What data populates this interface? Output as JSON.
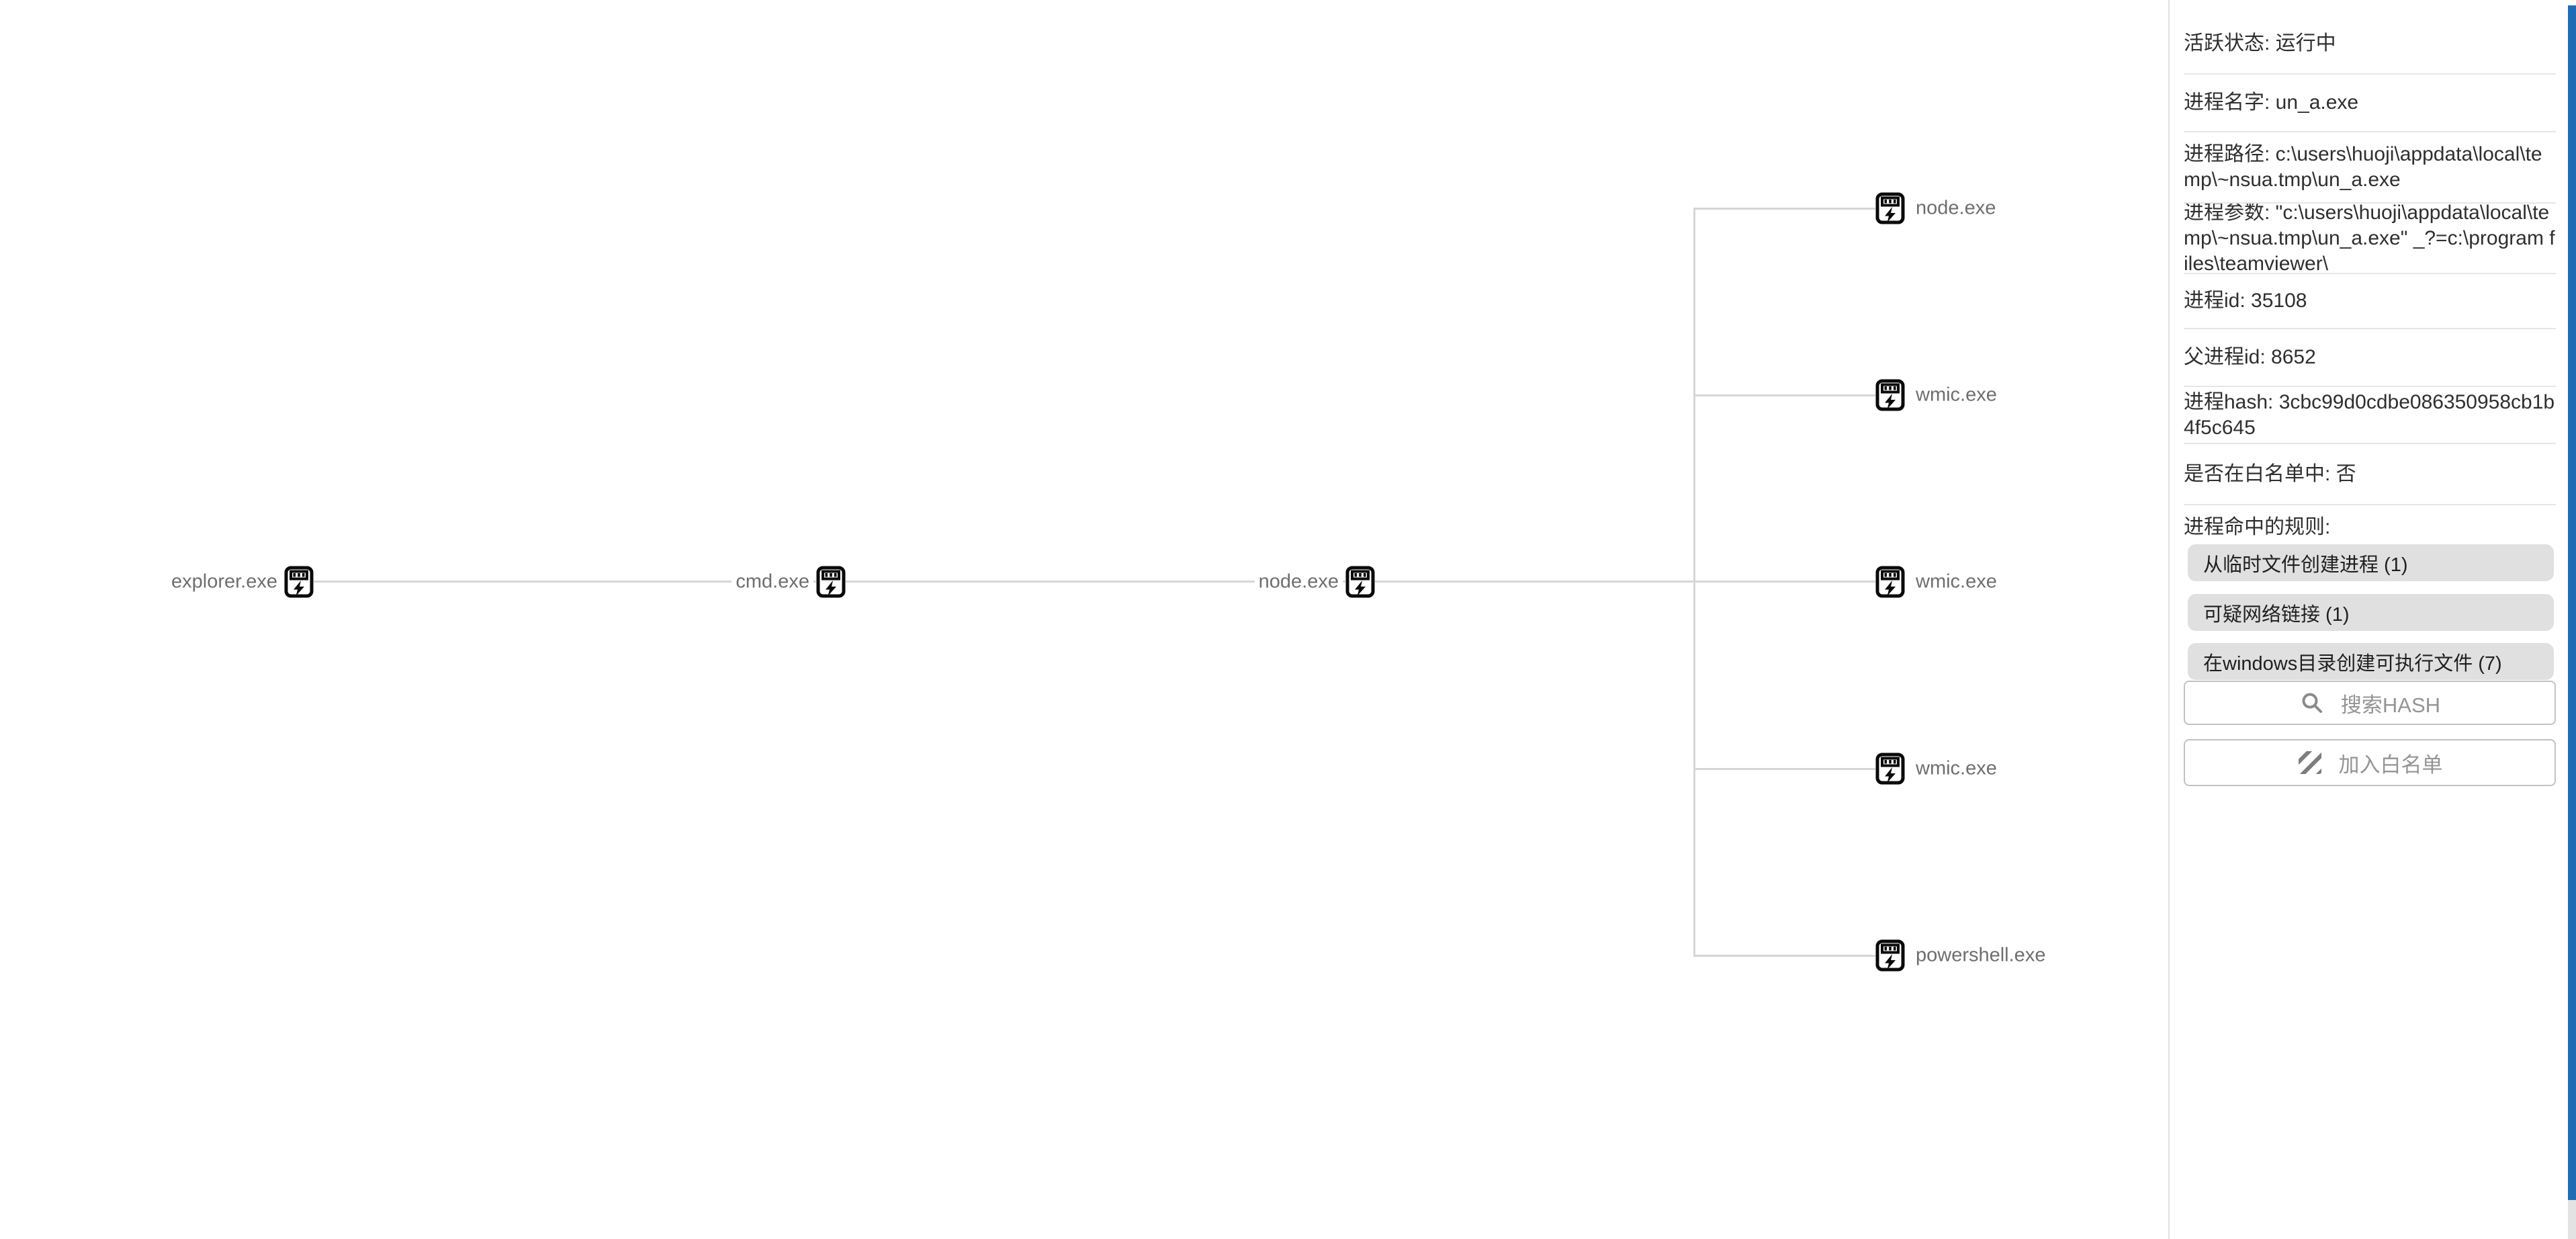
{
  "colors": {
    "connector_line": "#d6d6d6",
    "scrollbar_thumb": "#1f6cb5",
    "chip_bg": "#e0e0e0",
    "divider": "#e6e6e6",
    "muted_text": "#949494"
  },
  "tree": {
    "chain": [
      {
        "label": "explorer.exe"
      },
      {
        "label": "cmd.exe"
      },
      {
        "label": "node.exe"
      }
    ],
    "children": [
      {
        "label": "node.exe"
      },
      {
        "label": "wmic.exe"
      },
      {
        "label": "wmic.exe"
      },
      {
        "label": "wmic.exe"
      },
      {
        "label": "powershell.exe"
      }
    ],
    "icon_name": "process-chip-lightning-icon"
  },
  "details": {
    "rows": [
      {
        "text": "活跃状态: 运行中"
      },
      {
        "text": "进程名字: un_a.exe"
      },
      {
        "text": "进程路径: c:\\users\\huoji\\appdata\\local\\temp\\~nsua.tmp\\un_a.exe"
      },
      {
        "text": "进程参数: \"c:\\users\\huoji\\appdata\\local\\temp\\~nsua.tmp\\un_a.exe\" _?=c:\\program files\\teamviewer\\"
      },
      {
        "text": "进程id: 35108"
      },
      {
        "text": "父进程id: 8652"
      },
      {
        "text": "进程hash: 3cbc99d0cdbe086350958cb1b4f5c645"
      },
      {
        "text": "是否在白名单中: 否"
      }
    ],
    "rules": {
      "label": "进程命中的规则:",
      "items": [
        {
          "label": "从临时文件创建进程 (1)"
        },
        {
          "label": "可疑网络链接 (1)"
        },
        {
          "label": "在windows目录创建可执行文件 (7)"
        }
      ]
    },
    "actions": {
      "search_hash": "搜索HASH",
      "add_whitelist": "加入白名单"
    }
  }
}
